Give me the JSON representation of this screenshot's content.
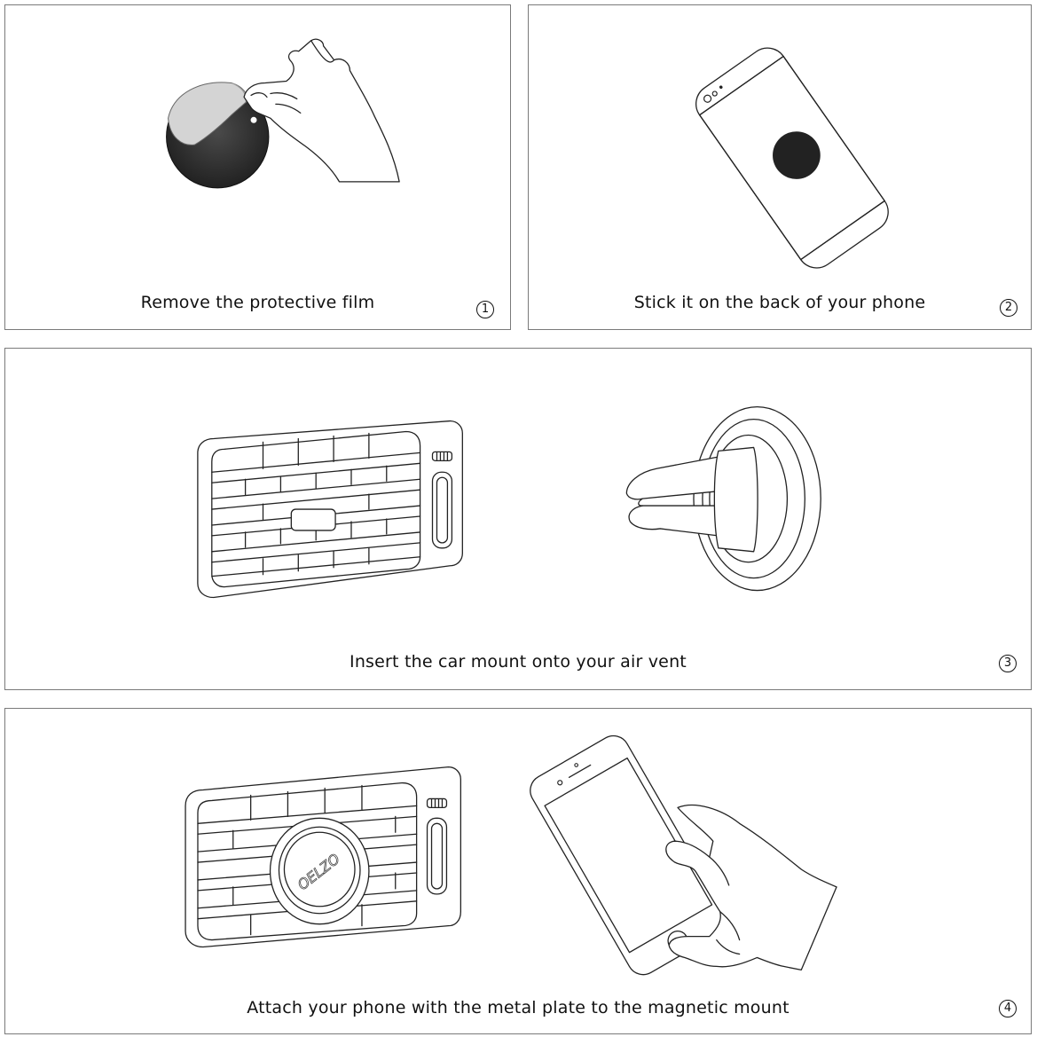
{
  "steps": [
    {
      "number": "1",
      "caption": "Remove the protective film"
    },
    {
      "number": "2",
      "caption": "Stick it on the back of your phone"
    },
    {
      "number": "3",
      "caption": "Insert the car mount onto your air vent"
    },
    {
      "number": "4",
      "caption": "Attach your phone with the metal plate to the magnetic mount"
    }
  ],
  "brand_logo_text": "OELZO",
  "colors": {
    "frame_border": "#7a7a7a",
    "line_art": "#222222",
    "metal_plate": "#333333"
  }
}
